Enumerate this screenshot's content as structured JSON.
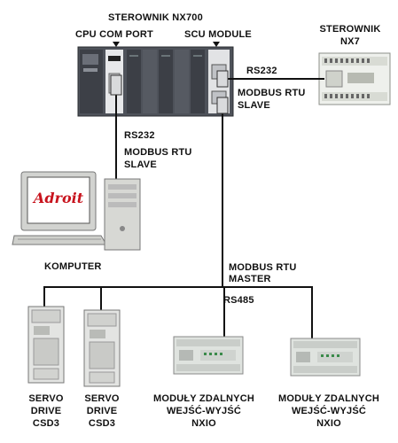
{
  "title": "STEROWNIK NX700",
  "labels": {
    "cpu_com_port": "CPU COM PORT",
    "scu_module": "SCU MODULE",
    "nx7_line1": "STEROWNIK",
    "nx7_line2": "NX7",
    "rs232_right": "RS232",
    "modbus_rtu_slave_right_1": "MODBUS RTU",
    "modbus_rtu_slave_right_2": "SLAVE",
    "rs232_left": "RS232",
    "modbus_rtu_slave_left_1": "MODBUS RTU",
    "modbus_rtu_slave_left_2": "SLAVE",
    "komputer": "KOMPUTER",
    "modbus_rtu_master_1": "MODBUS RTU",
    "modbus_rtu_master_2": "MASTER",
    "rs485": "RS485",
    "servo1": [
      "SERVO",
      "DRIVE",
      "CSD3"
    ],
    "servo2": [
      "SERVO",
      "DRIVE",
      "CSD3"
    ],
    "nxio1": [
      "MODUŁY ZDALNYCH",
      "WEJŚĆ-WYJŚĆ",
      "NXIO"
    ],
    "nxio2": [
      "MODUŁY ZDALNYCH",
      "WEJŚĆ-WYJŚĆ",
      "NXIO"
    ]
  },
  "screen_logo": "Adroit",
  "colors": {
    "wire": "#111111",
    "logo_red": "#c8141e",
    "plc_body": "#5a5e66"
  }
}
